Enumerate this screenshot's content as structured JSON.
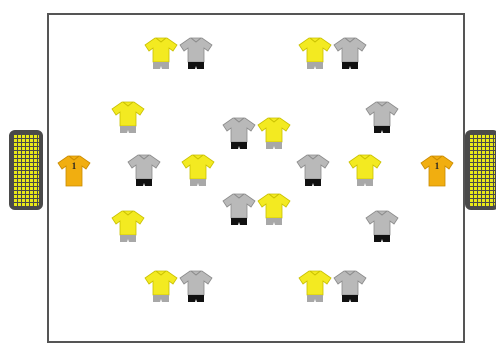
{
  "colors": {
    "yellow_shirt": "#f3ea21",
    "yellow_shorts": "#a8a8a8",
    "gray_shirt": "#b9b9b9",
    "gray_shorts": "#111111",
    "keeper_shirt": "#f1ae10",
    "keeper_shorts": "#f1ae10",
    "goal_net": "#e9e918",
    "goal_frame": "#4a4a4a",
    "field_line": "#555555"
  },
  "goalkeepers": {
    "left": {
      "number": "1",
      "icon": "goalkeeper-jersey-icon"
    },
    "right": {
      "number": "1",
      "icon": "goalkeeper-jersey-icon"
    }
  },
  "players": [
    {
      "name": "player-yellow-1",
      "team": "yellow"
    },
    {
      "name": "player-gray-1",
      "team": "gray"
    },
    {
      "name": "player-yellow-2",
      "team": "yellow"
    },
    {
      "name": "player-gray-2",
      "team": "gray"
    },
    {
      "name": "player-yellow-3",
      "team": "yellow"
    },
    {
      "name": "player-gray-3",
      "team": "gray"
    },
    {
      "name": "player-yellow-4",
      "team": "yellow"
    },
    {
      "name": "player-gray-4",
      "team": "gray"
    },
    {
      "name": "player-gray-5",
      "team": "gray"
    },
    {
      "name": "player-yellow-5",
      "team": "yellow"
    },
    {
      "name": "player-gray-6",
      "team": "gray"
    },
    {
      "name": "player-yellow-6",
      "team": "yellow"
    },
    {
      "name": "player-gray-7",
      "team": "gray"
    },
    {
      "name": "player-yellow-7",
      "team": "yellow"
    },
    {
      "name": "player-yellow-8",
      "team": "yellow"
    },
    {
      "name": "player-gray-8",
      "team": "gray"
    },
    {
      "name": "player-yellow-9",
      "team": "yellow"
    },
    {
      "name": "player-gray-9",
      "team": "gray"
    },
    {
      "name": "player-yellow-10",
      "team": "yellow"
    },
    {
      "name": "player-gray-10",
      "team": "gray"
    }
  ]
}
